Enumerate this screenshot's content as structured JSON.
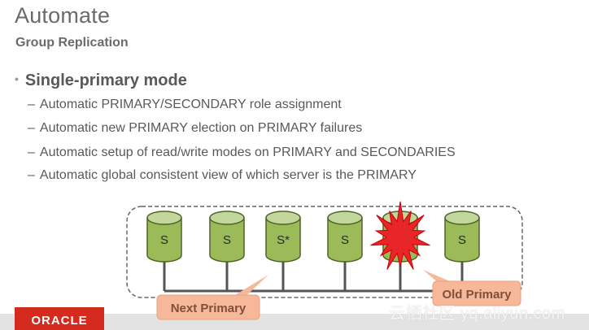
{
  "slide": {
    "title": "Automate",
    "subtitle": "Group Replication",
    "bullet": "Single-primary mode",
    "bullet_marker": "•",
    "dash": "–",
    "sub_items": [
      "Automatic PRIMARY/SECONDARY role assignment",
      "Automatic new PRIMARY election on PRIMARY failures",
      "Automatic setup of read/write modes on PRIMARY and SECONDARIES",
      "Automatic global consistent view of which server is the PRIMARY"
    ]
  },
  "diagram": {
    "servers": [
      {
        "label": "S",
        "state": "secondary"
      },
      {
        "label": "S",
        "state": "secondary"
      },
      {
        "label": "S*",
        "state": "next-primary"
      },
      {
        "label": "S",
        "state": "secondary"
      },
      {
        "label": "",
        "state": "failed-primary"
      },
      {
        "label": "S",
        "state": "secondary"
      }
    ],
    "callouts": {
      "next_primary": "Next Primary",
      "old_primary": "Old Primary"
    },
    "colors": {
      "server_fill": "#9bbb59",
      "server_top": "#c3d69b",
      "server_stroke": "#4f6228",
      "callout_fill": "#f7b89a",
      "callout_text": "#7f4f3c",
      "explosion": "#e8262a"
    }
  },
  "footer": {
    "logo": "ORACLE",
    "watermark": "云栖社区 yq.aliyun.com"
  }
}
